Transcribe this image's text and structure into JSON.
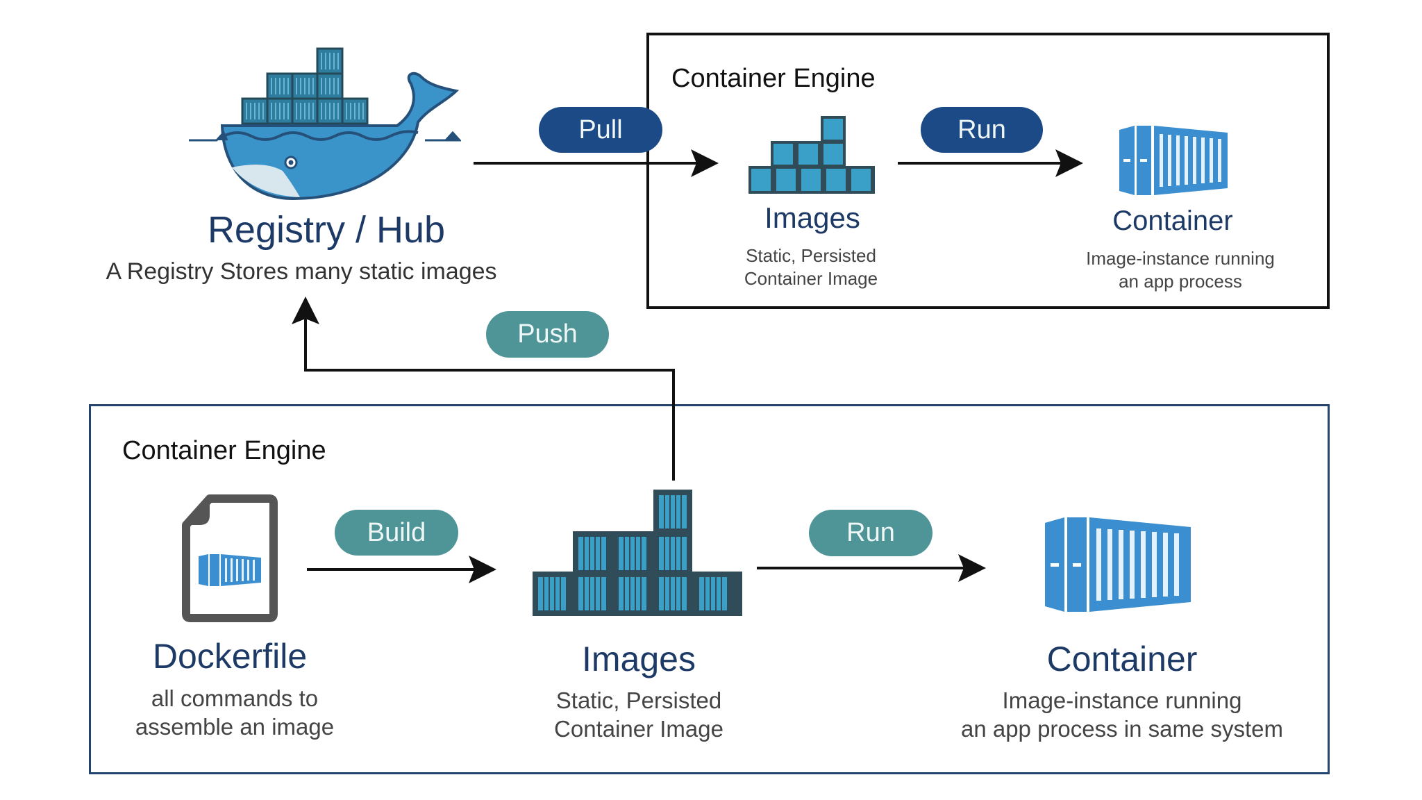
{
  "colors": {
    "navy": "#1c4a86",
    "teal": "#4f9497",
    "title_text": "#1d3a66",
    "container_blue": "#3b8fd0",
    "image_dark": "#2f4c58",
    "image_cell": "#3aa0c8"
  },
  "registry": {
    "icon": "docker-whale-icon",
    "title": "Registry / Hub",
    "subtitle": "A Registry Stores many static images"
  },
  "top_engine": {
    "label": "Container Engine",
    "images": {
      "icon": "image-stack-icon",
      "title": "Images",
      "line1": "Static, Persisted",
      "line2": "Container Image"
    },
    "container": {
      "icon": "container-icon",
      "title": "Container",
      "line1": "Image-instance running",
      "line2": "an app process"
    },
    "run_label": "Run"
  },
  "actions": {
    "pull": "Pull",
    "push": "Push"
  },
  "bottom_engine": {
    "label": "Container Engine",
    "dockerfile": {
      "icon": "dockerfile-icon",
      "title": "Dockerfile",
      "line1": "all commands to",
      "line2": "assemble an image"
    },
    "build_label": "Build",
    "images": {
      "icon": "image-stack-icon",
      "title": "Images",
      "line1": "Static, Persisted",
      "line2": "Container Image"
    },
    "run_label": "Run",
    "container": {
      "icon": "container-icon",
      "title": "Container",
      "line1": "Image-instance running",
      "line2": "an app process in same system"
    }
  }
}
